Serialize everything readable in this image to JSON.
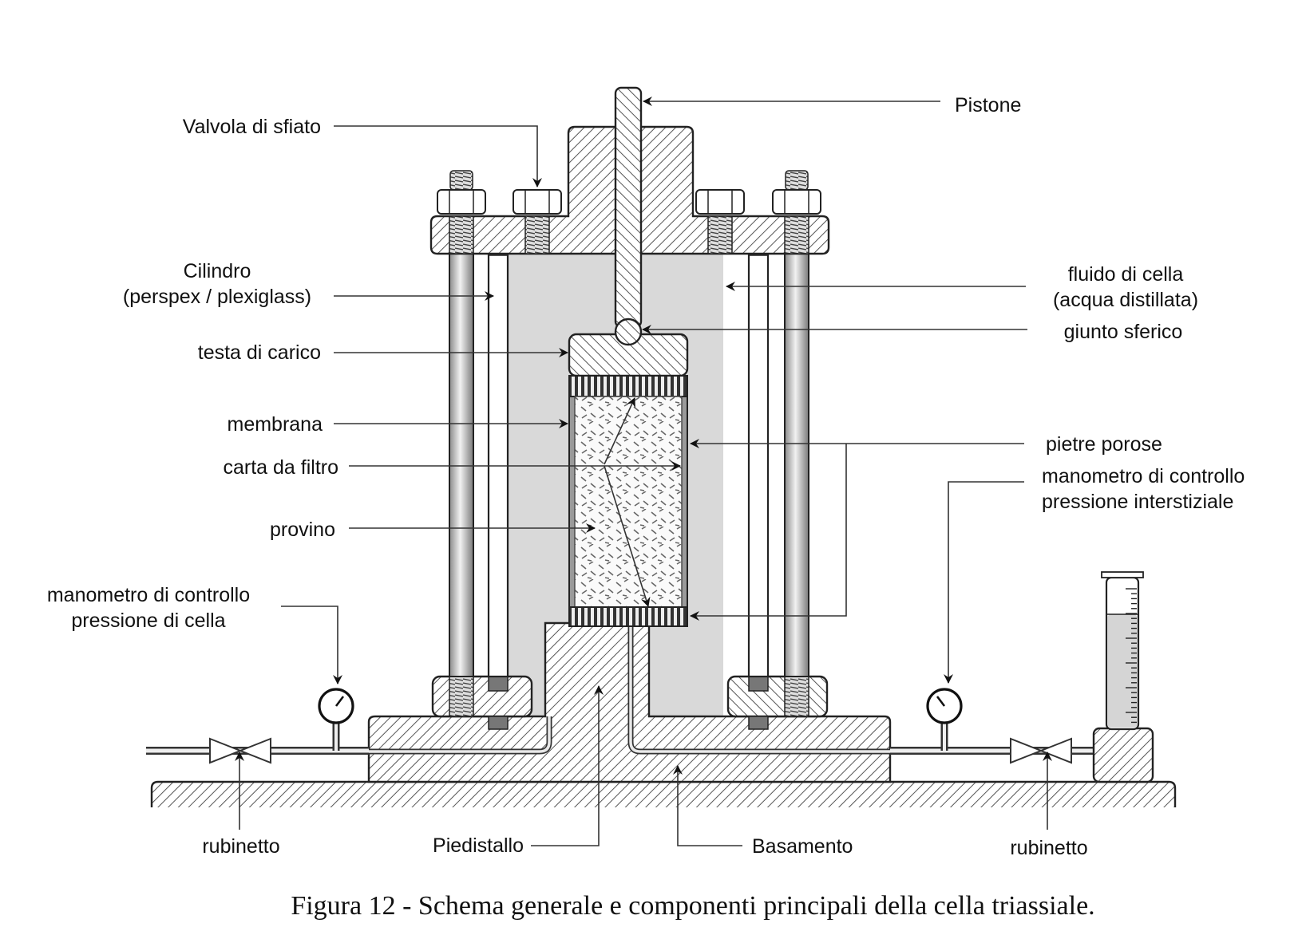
{
  "figure": {
    "caption": "Figura 12 - Schema generale e componenti principali della cella triassiale.",
    "colors": {
      "cell_fluid": "#d9d9d9",
      "outline": "#222222",
      "background": "#ffffff"
    },
    "labels": {
      "pistone": "Pistone",
      "valvola_sfiato": "Valvola di sfiato",
      "cilindro_1": "Cilindro",
      "cilindro_2": "(perspex / plexiglass)",
      "fluido_1": "fluido di cella",
      "fluido_2": "(acqua distillata)",
      "giunto": "giunto sferico",
      "testa": "testa di carico",
      "membrana": "membrana",
      "carta": "carta da filtro",
      "provino": "provino",
      "pietre": "pietre porose",
      "mano_int_1": "manometro di controllo",
      "mano_int_2": "pressione interstiziale",
      "mano_cella_1": "manometro di controllo",
      "mano_cella_2": "pressione di cella",
      "rubinetto_left": "rubinetto",
      "rubinetto_right": "rubinetto",
      "piedistallo": "Piedistallo",
      "basamento": "Basamento"
    }
  }
}
